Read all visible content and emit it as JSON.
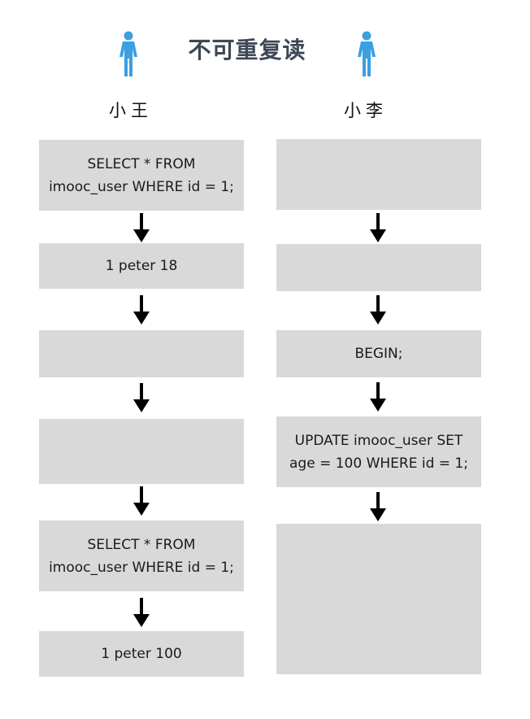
{
  "title": "不可重复读",
  "colors": {
    "person": "#3b9fe0",
    "box": "#d9d9d9",
    "title": "#3d4756",
    "arrow": "#000000"
  },
  "columns": [
    {
      "label": "小王",
      "icon": "person-icon",
      "steps": [
        "SELECT * FROM\nimooc_user WHERE id = 1;",
        "1 peter 18",
        "",
        "",
        "SELECT * FROM\nimooc_user WHERE id = 1;",
        "1 peter 100"
      ]
    },
    {
      "label": "小李",
      "icon": "person-icon",
      "steps": [
        "",
        "",
        "BEGIN;",
        "UPDATE imooc_user SET\nage = 100 WHERE id = 1;",
        ""
      ]
    }
  ]
}
